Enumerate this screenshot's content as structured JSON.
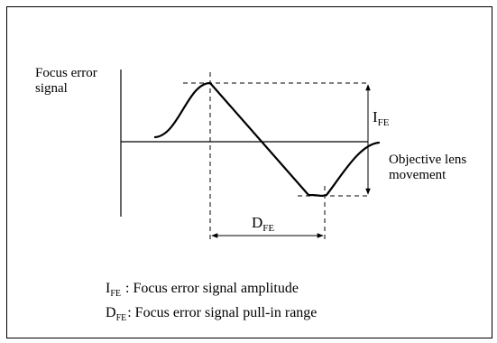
{
  "diagram": {
    "y_axis_label_line1": "Focus error",
    "y_axis_label_line2": "signal",
    "x_axis_label_line1": "Objective lens",
    "x_axis_label_line2": "movement",
    "amplitude_label_main": "I",
    "amplitude_label_sub": "FE",
    "range_label_main": "D",
    "range_label_sub": "FE"
  },
  "legend": {
    "items": [
      {
        "symbol_main": "I",
        "symbol_sub": "FE",
        "text": ": Focus error signal amplitude"
      },
      {
        "symbol_main": "D",
        "symbol_sub": "FE",
        "text": ": Focus error signal pull-in range"
      }
    ]
  },
  "colors": {
    "line": "#000000",
    "background": "#ffffff"
  }
}
